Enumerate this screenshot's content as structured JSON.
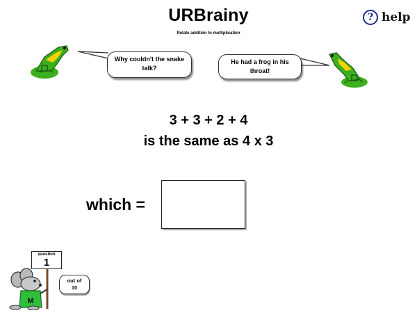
{
  "header": {
    "title": "URBrainy",
    "subtitle": "Relate addition to multiplication"
  },
  "help": {
    "icon": "question-icon",
    "icon_glyph": "?",
    "label": "help",
    "icon_color": "#1c2c8c"
  },
  "joke": {
    "question": "Why couldn't the snake talk?",
    "answer": "He had a frog in his throat!",
    "frog_color": "#3cb01e",
    "frog_accent": "#f5d10a"
  },
  "problem": {
    "expression": "3 + 3 + 2 + 4",
    "statement": "is the same as 4 x 3"
  },
  "answer": {
    "label": "which =",
    "value": ""
  },
  "progress": {
    "question_label": "question",
    "question_number": "1",
    "out_of_line1": "out of",
    "out_of_line2": "10",
    "mascot_shirt_color": "#2fbf3a",
    "mascot_shirt_letter": "M"
  }
}
